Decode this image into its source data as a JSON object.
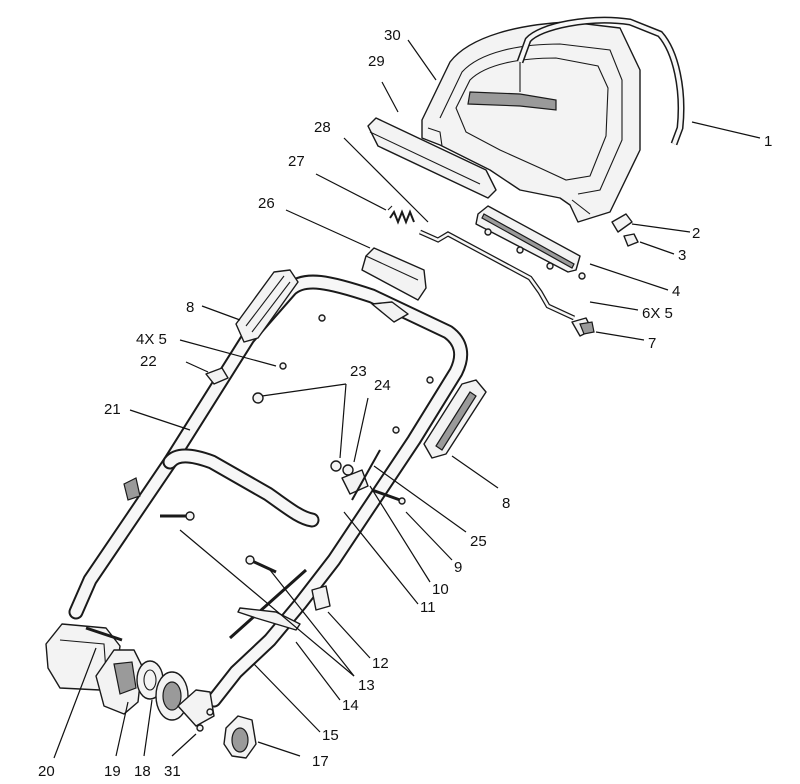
{
  "callouts": {
    "c1": "1",
    "c2": "2",
    "c3": "3",
    "c4": "4",
    "c6x5": "6X 5",
    "c7": "7",
    "c8a": "8",
    "c8b": "8",
    "c9": "9",
    "c10": "10",
    "c11": "11",
    "c12": "12",
    "c13": "13",
    "c14": "14",
    "c15": "15",
    "c17": "17",
    "c18": "18",
    "c19": "19",
    "c20": "20",
    "c21": "21",
    "c22": "22",
    "c23": "23",
    "c24": "24",
    "c25": "25",
    "c26": "26",
    "c27": "27",
    "c28": "28",
    "c29": "29",
    "c30": "30",
    "c31": "31",
    "c4x5": "4X 5"
  }
}
